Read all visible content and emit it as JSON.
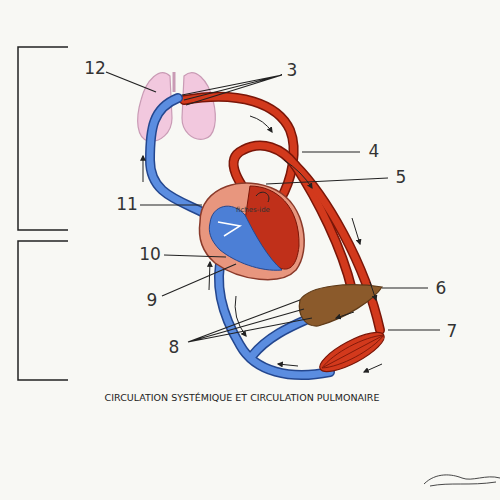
{
  "diagram": {
    "caption": "CIRCULATION SYSTÉMIQUE ET CIRCULATION PULMONAIRE",
    "labels": [
      "12",
      "3",
      "4",
      "5",
      "fiches-ide",
      "11",
      "10",
      "6",
      "9",
      "7",
      "8"
    ]
  }
}
